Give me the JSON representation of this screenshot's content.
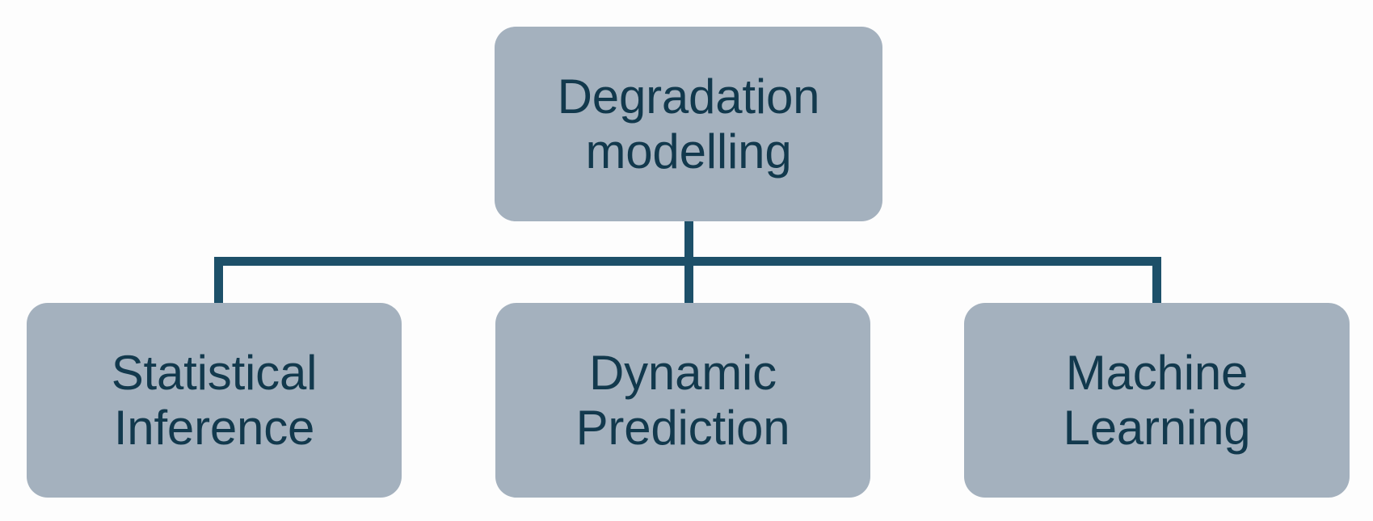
{
  "diagram": {
    "type": "hierarchy-tree",
    "background_color": "#FDFDFD",
    "node_fill_color": "#A4B1BE",
    "node_text_color": "#12394D",
    "connector_color": "#1D5069",
    "root": {
      "id": "degradation-modelling",
      "label": "Degradation\nmodelling"
    },
    "children": [
      {
        "id": "statistical-inference",
        "label": "Statistical\nInference"
      },
      {
        "id": "dynamic-prediction",
        "label": "Dynamic\nPrediction"
      },
      {
        "id": "machine-learning",
        "label": "Machine\nLearning"
      }
    ]
  }
}
